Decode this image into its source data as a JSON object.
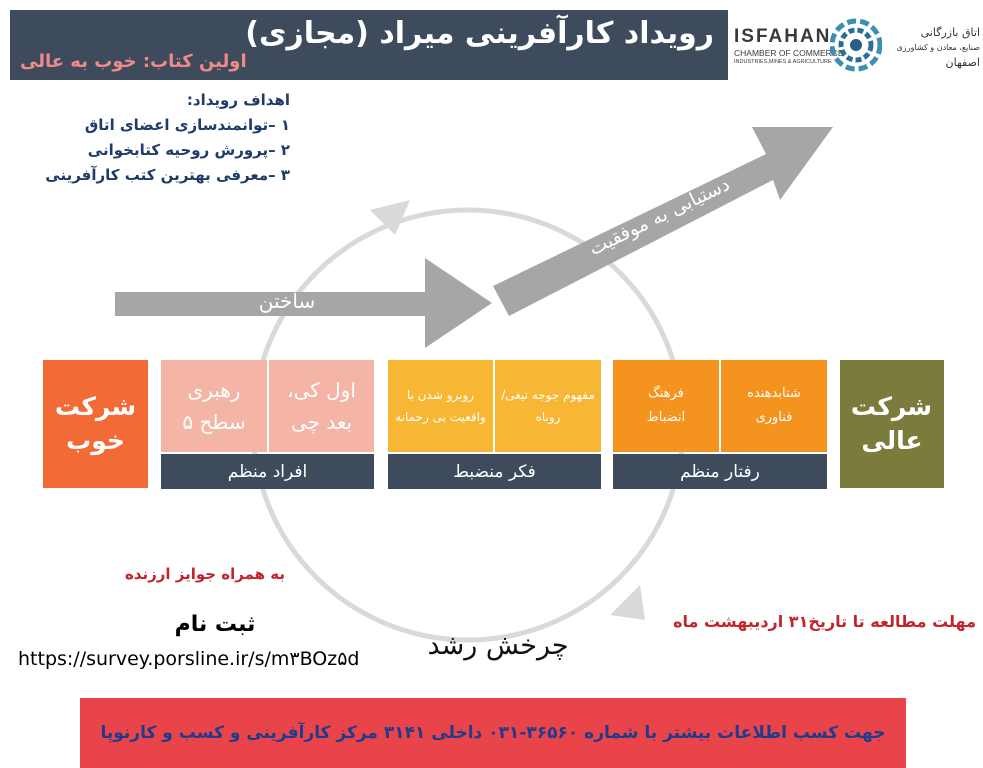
{
  "header": {
    "title": "رویداد کارآفرینی میراد (مجازی)",
    "subtitle": "اولین کتاب: خوب به عالی"
  },
  "logo": {
    "isfahan": "ISFAHAN",
    "chamber": "CHAMBER OF COMMERCE",
    "industries": "INDUSTRIES,MINES & AGRICULTURE",
    "fa_line1": "اتاق بازرگانی",
    "fa_line2": "صنایع، معادن و کشاورزی",
    "fa_line3": "اصفهان"
  },
  "goals": {
    "heading": "اهداف رویداد:",
    "items": [
      "۱ –توانمندسازی اعضای اتاق",
      "۲ –پرورش روحیه کتابخوانی",
      "۳ –معرفی بهترین کتب کارآفرینی"
    ]
  },
  "diagram": {
    "build_label": "ساختن",
    "success_label": "دستیابی به موفقیت",
    "cycle_label": "چرخش رشد",
    "good_company": "شرکت خوب",
    "great_company": "شرکت عالی",
    "boxes": [
      {
        "text": "اول کی، بعد چی",
        "color": "#f4b5a6"
      },
      {
        "text": "رهبری سطح ۵",
        "color": "#f4b5a6"
      },
      {
        "text": "مفهوم جوجه تیغی/روباه",
        "color": "#f7b734"
      },
      {
        "text": "روبرو شدن با واقعیت بی رحمانه",
        "color": "#f7b734"
      },
      {
        "text": "شتابدهنده فناوری",
        "color": "#f4941f"
      },
      {
        "text": "فرهنگ انضباط",
        "color": "#f4941f"
      }
    ],
    "groups": [
      "افراد منظم",
      "فکر منضبط",
      "رفتار منظم"
    ],
    "colors": {
      "good": "#f26a35",
      "great": "#7b7c3b",
      "bar": "#3e4b5c",
      "arrow": "#a6a6a6",
      "cycle": "#d9d9d9"
    }
  },
  "bottom": {
    "prizes": "به همراه جوایز ارزنده",
    "register": "ثبت نام",
    "url": "https://survey.porsline.ir/s/m۳BOz۵d",
    "deadline": "مهلت مطالعه تا تاریخ۳۱ اردیبهشت ماه",
    "footer": "جهت کسب اطلاعات بیشتر با شماره ۳۶۵۶۰-۰۳۱ داخلی ۳۱۴۱ مرکز کارآفرینی و کسب و کارنوپا"
  }
}
